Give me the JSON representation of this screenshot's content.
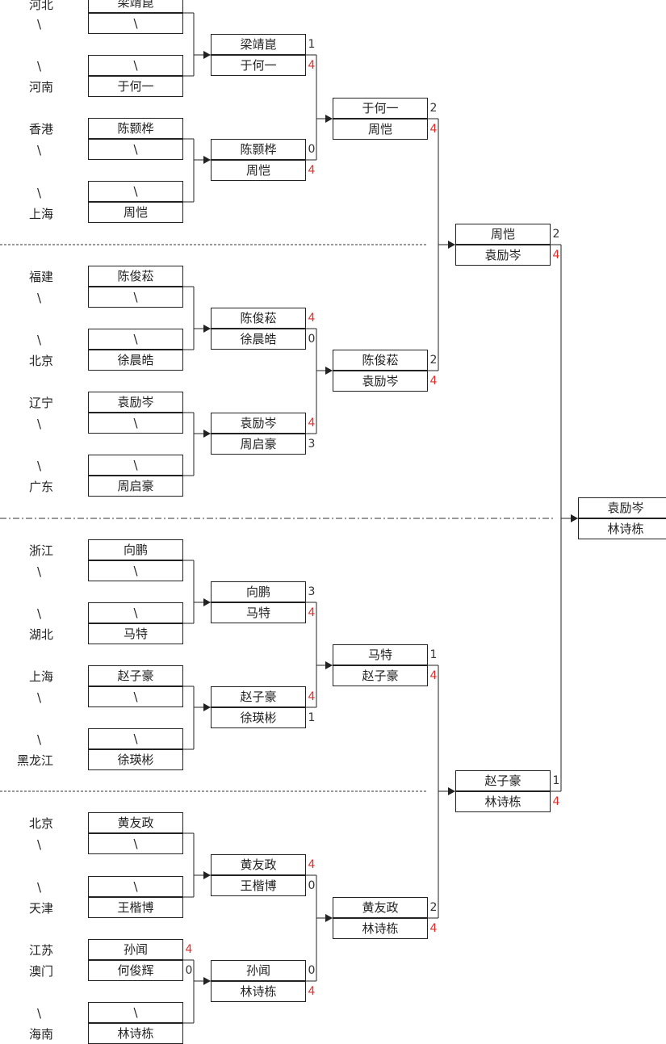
{
  "colors": {
    "line": "#222222",
    "win_score": "#d9302c",
    "lose_score": "#333333",
    "divider": "#333333"
  },
  "backslash": "\\",
  "provinces": [
    {
      "id": "p0",
      "text": "河北"
    },
    {
      "id": "p1",
      "text": "河南"
    },
    {
      "id": "p2",
      "text": "香港"
    },
    {
      "id": "p3",
      "text": "上海"
    },
    {
      "id": "p4",
      "text": "福建"
    },
    {
      "id": "p5",
      "text": "北京"
    },
    {
      "id": "p6",
      "text": "辽宁"
    },
    {
      "id": "p7",
      "text": "广东"
    },
    {
      "id": "p8",
      "text": "浙江"
    },
    {
      "id": "p9",
      "text": "湖北"
    },
    {
      "id": "p10",
      "text": "上海"
    },
    {
      "id": "p11",
      "text": "黑龙江"
    },
    {
      "id": "p12",
      "text": "北京"
    },
    {
      "id": "p13",
      "text": "天津"
    },
    {
      "id": "p14",
      "text": "江苏"
    },
    {
      "id": "p15",
      "text": "澳门"
    },
    {
      "id": "p16",
      "text": "海南"
    }
  ],
  "round0": [
    {
      "top": "梁靖崑",
      "bottom": "\\"
    },
    {
      "top": "\\",
      "bottom": "于何一"
    },
    {
      "top": "陈颢桦",
      "bottom": "\\"
    },
    {
      "top": "\\",
      "bottom": "周恺"
    },
    {
      "top": "陈俊菘",
      "bottom": "\\"
    },
    {
      "top": "\\",
      "bottom": "徐晨皓"
    },
    {
      "top": "袁励岑",
      "bottom": "\\"
    },
    {
      "top": "\\",
      "bottom": "周启豪"
    },
    {
      "top": "向鹏",
      "bottom": "\\"
    },
    {
      "top": "\\",
      "bottom": "马特"
    },
    {
      "top": "赵子豪",
      "bottom": "\\"
    },
    {
      "top": "\\",
      "bottom": "徐瑛彬"
    },
    {
      "top": "黄友政",
      "bottom": "\\"
    },
    {
      "top": "\\",
      "bottom": "王楷博"
    },
    {
      "top": "孙闻",
      "bottom": "何俊辉",
      "top_score": "4",
      "bottom_score": "0"
    },
    {
      "top": "\\",
      "bottom": "林诗栋"
    }
  ],
  "round1": [
    {
      "top": "梁靖崑",
      "bottom": "于何一",
      "top_score": "1",
      "bottom_score": "4"
    },
    {
      "top": "陈颢桦",
      "bottom": "周恺",
      "top_score": "0",
      "bottom_score": "4"
    },
    {
      "top": "陈俊菘",
      "bottom": "徐晨皓",
      "top_score": "4",
      "bottom_score": "0"
    },
    {
      "top": "袁励岑",
      "bottom": "周启豪",
      "top_score": "4",
      "bottom_score": "3"
    },
    {
      "top": "向鹏",
      "bottom": "马特",
      "top_score": "3",
      "bottom_score": "4"
    },
    {
      "top": "赵子豪",
      "bottom": "徐瑛彬",
      "top_score": "4",
      "bottom_score": "1"
    },
    {
      "top": "黄友政",
      "bottom": "王楷博",
      "top_score": "4",
      "bottom_score": "0"
    },
    {
      "top": "孙闻",
      "bottom": "林诗栋",
      "top_score": "0",
      "bottom_score": "4"
    }
  ],
  "round2": [
    {
      "top": "于何一",
      "bottom": "周恺",
      "top_score": "2",
      "bottom_score": "4"
    },
    {
      "top": "陈俊菘",
      "bottom": "袁励岑",
      "top_score": "2",
      "bottom_score": "4"
    },
    {
      "top": "马特",
      "bottom": "赵子豪",
      "top_score": "1",
      "bottom_score": "4"
    },
    {
      "top": "黄友政",
      "bottom": "林诗栋",
      "top_score": "2",
      "bottom_score": "4"
    }
  ],
  "round3": [
    {
      "top": "周恺",
      "bottom": "袁励岑",
      "top_score": "2",
      "bottom_score": "4"
    },
    {
      "top": "赵子豪",
      "bottom": "林诗栋",
      "top_score": "1",
      "bottom_score": "4"
    }
  ],
  "final": {
    "top": "袁励岑",
    "bottom": "林诗栋"
  }
}
